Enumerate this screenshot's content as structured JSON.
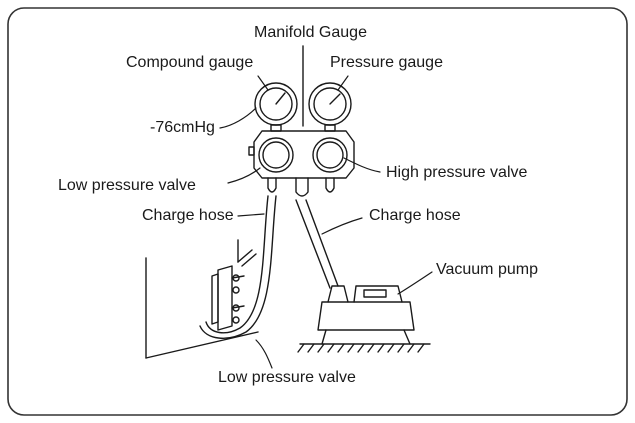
{
  "labels": {
    "manifold_gauge": "Manifold Gauge",
    "compound_gauge": "Compound gauge",
    "pressure_gauge": "Pressure gauge",
    "vacuum_reading": "-76cmHg",
    "low_pressure_valve_top": "Low pressure valve",
    "high_pressure_valve": "High pressure valve",
    "charge_hose_left": "Charge hose",
    "charge_hose_right": "Charge hose",
    "vacuum_pump": "Vacuum pump",
    "low_pressure_valve_bottom": "Low pressure valve"
  },
  "colors": {
    "line": "#1a1a1a",
    "frame": "#333333"
  }
}
